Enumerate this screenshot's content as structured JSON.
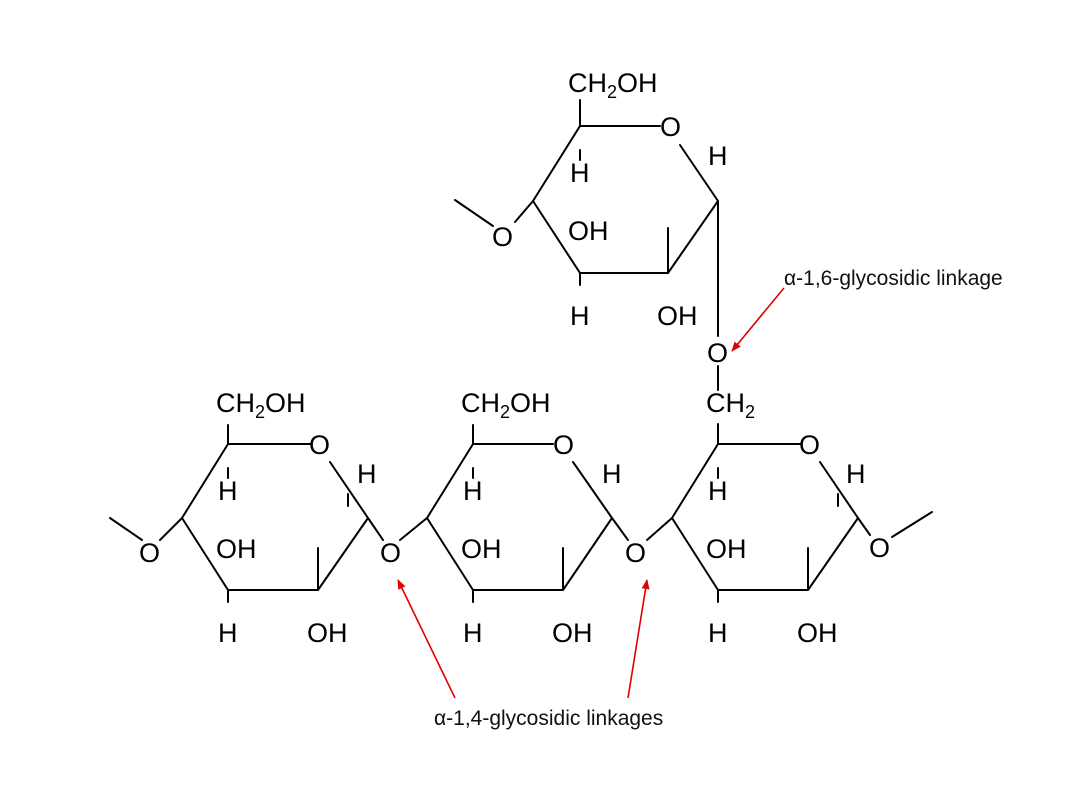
{
  "rings": [
    {
      "ch2": "CH",
      "ch2_sub": "2",
      "ch2_tail": "OH",
      "o": "O",
      "h1": "H",
      "h4": "H",
      "oh3": "OH",
      "h3": "H",
      "oh2": "OH"
    },
    {
      "ch2": "CH",
      "ch2_sub": "2",
      "ch2_tail": "OH",
      "o": "O",
      "h1": "H",
      "h4": "H",
      "oh3": "OH",
      "h3": "H",
      "oh2": "OH"
    },
    {
      "ch2": "CH",
      "ch2_sub": "2",
      "ch2_tail": "",
      "o": "O",
      "h1": "H",
      "h4": "H",
      "oh3": "OH",
      "h3": "H",
      "oh2": "OH"
    },
    {
      "ch2": "CH",
      "ch2_sub": "2",
      "ch2_tail": "OH",
      "o": "O",
      "h1": "H",
      "h4": "H",
      "oh3": "OH",
      "h3": "H",
      "oh2": "OH"
    }
  ],
  "linkage_oxygens": [
    "O",
    "O",
    "O",
    "O",
    "O",
    "O"
  ],
  "labels": {
    "alpha16": "α-1,6-glycosidic linkage",
    "alpha14": "α-1,4-glycosidic linkages"
  },
  "colors": {
    "arrow": "#e00000",
    "bond": "#000000"
  }
}
